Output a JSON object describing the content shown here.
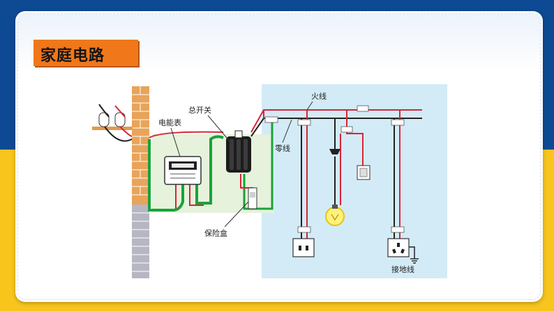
{
  "slide": {
    "title": "家庭电路"
  },
  "diagram": {
    "labels": {
      "meter": "电能表",
      "main_switch": "总开关",
      "fuse_box": "保险盒",
      "live_wire": "火线",
      "neutral_wire": "零线",
      "ground_wire": "接地线"
    },
    "colors": {
      "background_blue": "#0d4a93",
      "background_yellow": "#f7c51c",
      "title_orange": "#f0771a",
      "indoor_panel": "#d3ebf6",
      "green_wire": "#19a33a",
      "red_wire": "#d8243a",
      "brick": "#e8a45a"
    }
  }
}
